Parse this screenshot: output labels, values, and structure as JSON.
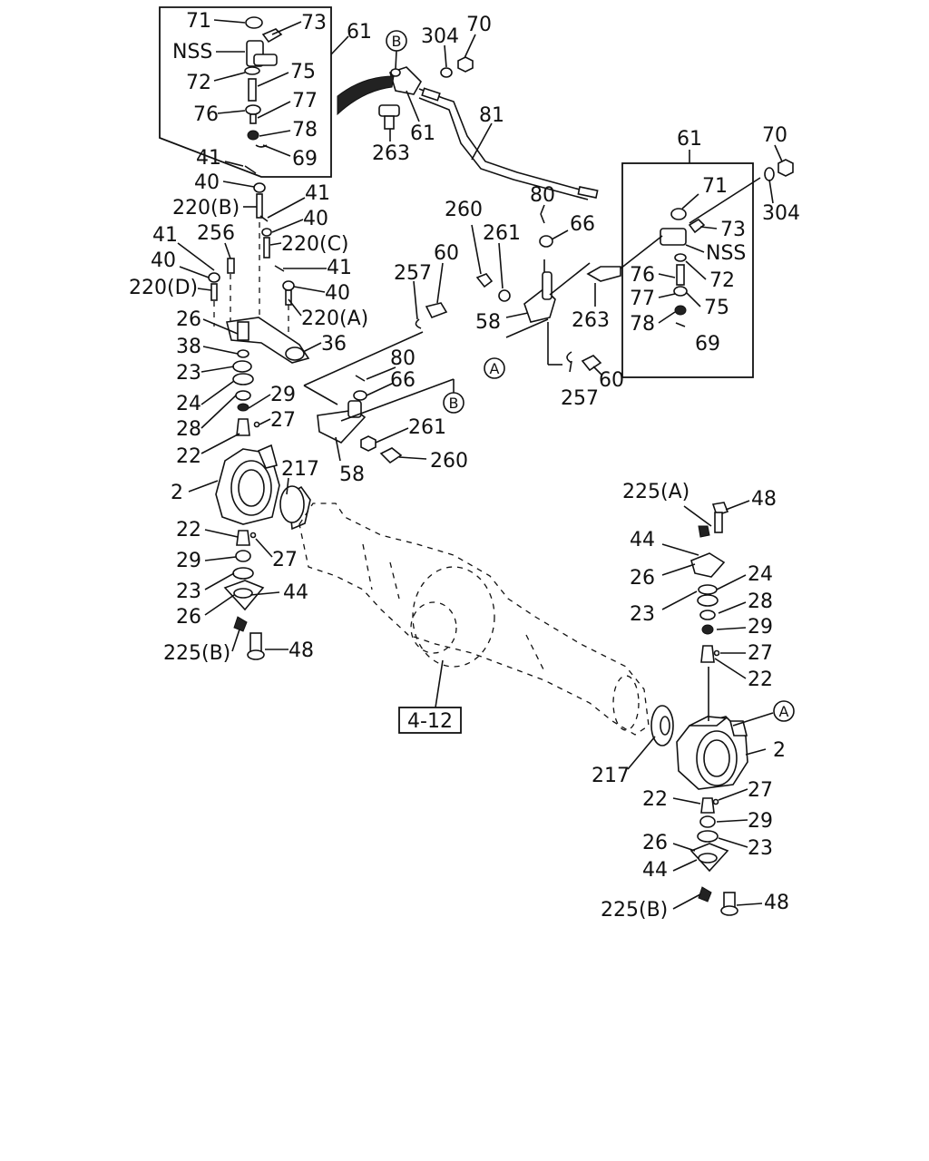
{
  "reference_box": "4-12",
  "markers": {
    "a": "A",
    "b": "B"
  },
  "labels": [
    "71",
    "73",
    "NSS",
    "72",
    "75",
    "76",
    "77",
    "78",
    "69",
    "61",
    "41",
    "40",
    "220(B)",
    "41",
    "40",
    "220(C)",
    "256",
    "41",
    "40",
    "220(D)",
    "41",
    "40",
    "220(A)",
    "26",
    "36",
    "38",
    "23",
    "24",
    "28",
    "29",
    "27",
    "22",
    "2",
    "217",
    "22",
    "27",
    "29",
    "23",
    "26",
    "44",
    "225(B)",
    "48",
    "304",
    "70",
    "61",
    "81",
    "263",
    "61",
    "70",
    "71",
    "73",
    "NSS",
    "72",
    "76",
    "75",
    "77",
    "78",
    "69",
    "304",
    "80",
    "66",
    "260",
    "261",
    "58",
    "263",
    "257",
    "60",
    "257",
    "60",
    "80",
    "66",
    "261",
    "58",
    "260",
    "225(A)",
    "48",
    "44",
    "26",
    "24",
    "23",
    "28",
    "29",
    "27",
    "22",
    "2",
    "217",
    "27",
    "22",
    "29",
    "23",
    "26",
    "44",
    "225(B)",
    "48"
  ]
}
